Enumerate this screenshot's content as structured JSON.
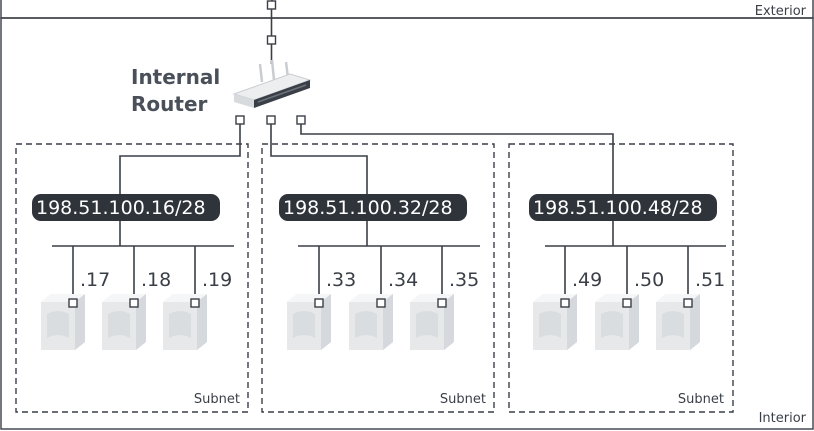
{
  "zones": {
    "exterior_label": "Exterior",
    "interior_label": "Interior"
  },
  "router": {
    "label_line1": "Internal",
    "label_line2": "Router"
  },
  "subnets": [
    {
      "label": "Subnet",
      "cidr": "198.51.100.16/28",
      "hosts": [
        ".17",
        ".18",
        ".19"
      ]
    },
    {
      "label": "Subnet",
      "cidr": "198.51.100.32/28",
      "hosts": [
        ".33",
        ".34",
        ".35"
      ]
    },
    {
      "label": "Subnet",
      "cidr": "198.51.100.48/28",
      "hosts": [
        ".49",
        ".50",
        ".51"
      ]
    }
  ],
  "colors": {
    "line": "#3a3f47",
    "cidr_bar": "#2f343b",
    "server_body": "#e4e6e8"
  }
}
